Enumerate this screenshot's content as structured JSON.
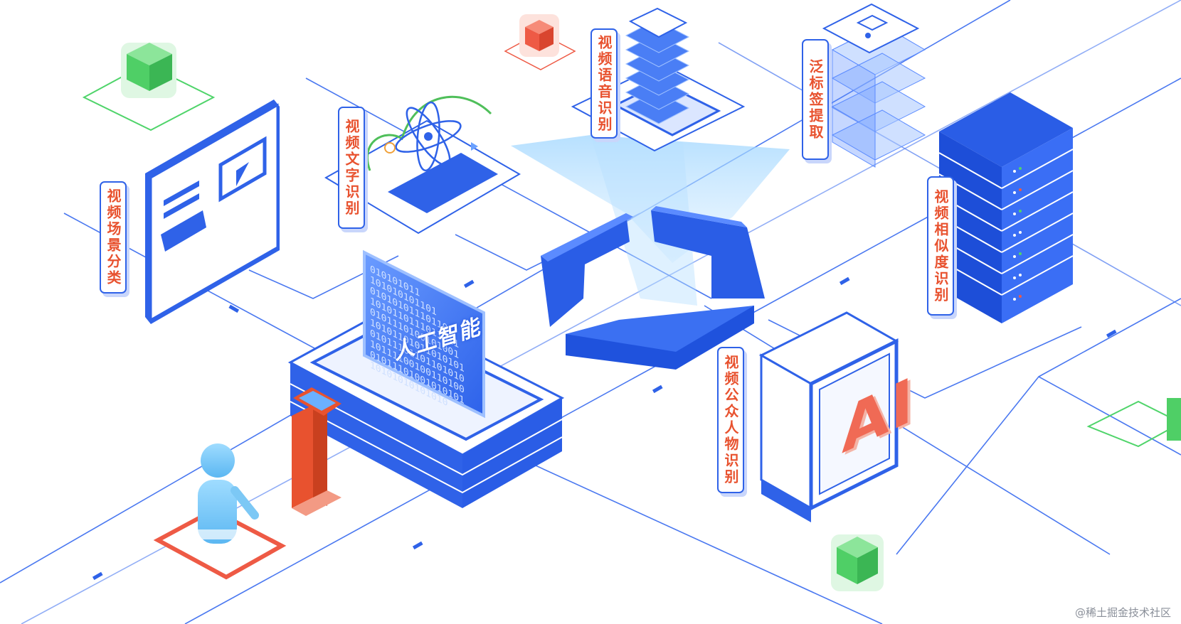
{
  "labels": {
    "scene_classification": "视频场景分类",
    "text_recognition": "视频文字识别",
    "speech_recognition": "视频语音识别",
    "tag_extraction": "泛标签提取",
    "similarity_recognition": "视频相似度识别",
    "public_figure_recognition": "视频公众人物识别"
  },
  "screen": {
    "title": "人工智能",
    "binary_rows": [
      "010101011",
      "101010101101",
      "010101011101101",
      "1010110111011011",
      "0101110100101001",
      "10101101011010101",
      "01011101101101010",
      "10111100100110100",
      "01011101001010101",
      "10101010101010"
    ]
  },
  "ai_box": {
    "text": "AI"
  },
  "watermark": "@稀土掘金技术社区",
  "colors": {
    "primary_blue": "#2f62e8",
    "dark_blue": "#1e4fd8",
    "light_blue": "#dbe6ff",
    "label_red": "#e8522f",
    "green_cube": "#4fd46a",
    "red_cube": "#ee5a45",
    "line_blue": "#4a78f0"
  }
}
